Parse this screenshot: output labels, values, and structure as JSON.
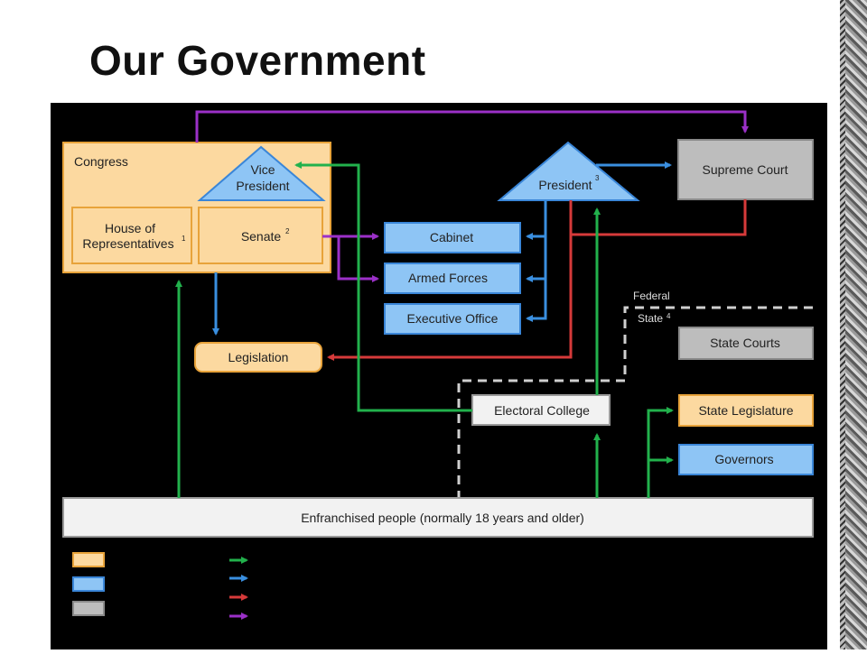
{
  "slide": {
    "title": "Our Government"
  },
  "diagram": {
    "congress": "Congress",
    "vice_president_line1": "Vice",
    "vice_president_line2": "President",
    "house_line1": "House of",
    "house_line2": "Representatives",
    "house_note": "1",
    "senate": "Senate",
    "senate_note": "2",
    "president": "President",
    "president_note": "3",
    "supreme_court": "Supreme Court",
    "cabinet": "Cabinet",
    "armed_forces": "Armed Forces",
    "executive_office": "Executive Office",
    "legislation": "Legislation",
    "federal": "Federal",
    "state": "State",
    "state_note": "4",
    "state_courts": "State Courts",
    "electoral_college": "Electoral College",
    "state_legislature": "State Legislature",
    "governors": "Governors",
    "enfranchised_people": "Enfranchised people (normally 18 years and older)"
  },
  "colors": {
    "legislative_fill": "#fcd9a0",
    "legislative_stroke": "#e8a33a",
    "executive_fill": "#8ec5f5",
    "executive_stroke": "#3a86d8",
    "judicial_fill": "#bdbdbd",
    "judicial_stroke": "#8a8a8a",
    "elects": "#22b14c",
    "appoints": "#3a8fe0",
    "reviews": "#d63a3a",
    "proposes": "#9b30c8"
  }
}
